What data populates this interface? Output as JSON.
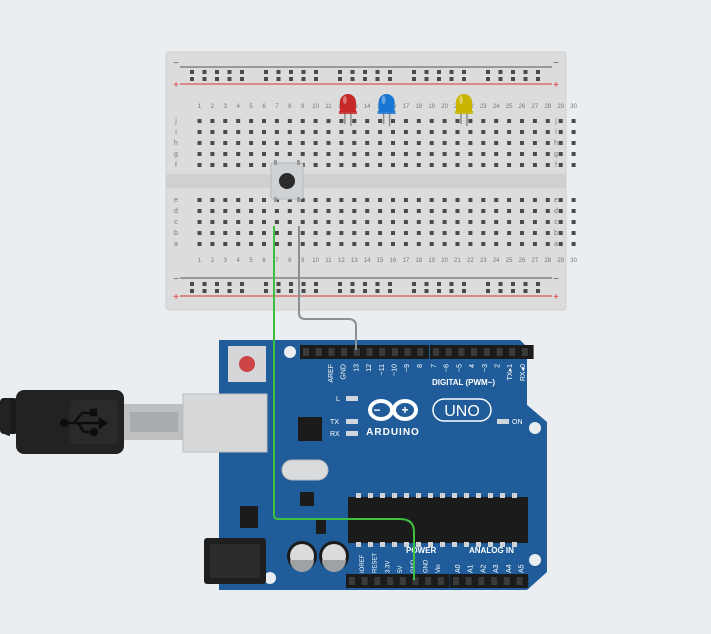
{
  "breadboard": {
    "columns": [
      "1",
      "2",
      "3",
      "4",
      "5",
      "6",
      "7",
      "8",
      "9",
      "10",
      "11",
      "12",
      "13",
      "14",
      "15",
      "16",
      "17",
      "18",
      "19",
      "20",
      "21",
      "22",
      "23",
      "24",
      "25",
      "26",
      "27",
      "28",
      "29",
      "30"
    ],
    "rows_top": [
      "j",
      "i",
      "h",
      "g",
      "f"
    ],
    "rows_bottom": [
      "e",
      "d",
      "c",
      "b",
      "a"
    ],
    "rail_minus": "−",
    "rail_plus": "+"
  },
  "leds": [
    {
      "name": "red-led",
      "color": "#c62828",
      "column": 12
    },
    {
      "name": "blue-led",
      "color": "#1976d2",
      "column": 15
    },
    {
      "name": "yellow-led",
      "color": "#c9b400",
      "column": 21
    }
  ],
  "wires": [
    {
      "name": "green-wire",
      "color": "#3fbf3f"
    },
    {
      "name": "gray-wire",
      "color": "#8a8f94"
    }
  ],
  "arduino": {
    "board_color": "#1f5c99",
    "brand": "ARDUINO",
    "model": "UNO",
    "digital_header_labels": [
      "AREF",
      "GND",
      "13",
      "12",
      "~11",
      "~10",
      "~9",
      "8",
      "7",
      "~6",
      "~5",
      "4",
      "~3",
      "2",
      "TX▸1",
      "RX◂0"
    ],
    "digital_caption": "DIGITAL (PWM~)",
    "led_labels": {
      "l": "L",
      "tx": "TX",
      "rx": "RX",
      "on": "ON"
    },
    "power_caption": "POWER",
    "power_pins": [
      "IOREF",
      "RESET",
      "3.3V",
      "5V",
      "GND",
      "GND",
      "Vin"
    ],
    "analog_caption": "ANALOG IN",
    "analog_pins": [
      "A0",
      "A1",
      "A2",
      "A3",
      "A4",
      "A5"
    ]
  }
}
